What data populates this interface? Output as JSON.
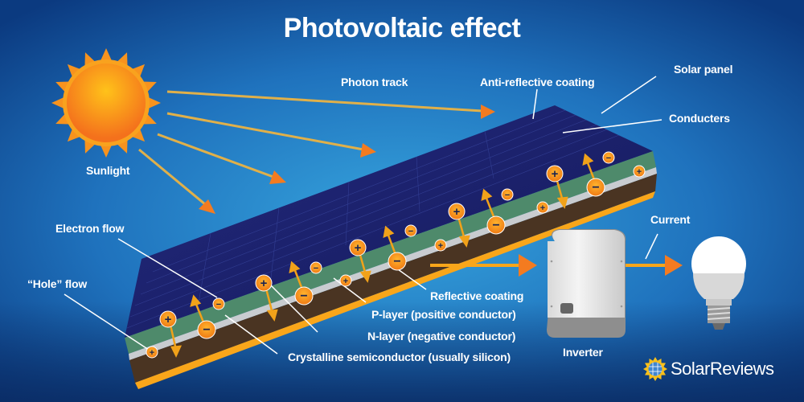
{
  "title": "Photovoltaic effect",
  "labels": {
    "sunlight": "Sunlight",
    "photon_track": "Photon track",
    "anti_reflective_coating": "Anti-reflective coating",
    "solar_panel": "Solar panel",
    "conducters": "Conducters",
    "electron_flow": "Electron flow",
    "hole_flow": "“Hole” flow",
    "reflective_coating": "Reflective coating",
    "p_layer": "P-layer (positive conductor)",
    "n_layer": "N-layer (negative conductor)",
    "crystalline": "Crystalline semiconductor (usually silicon)",
    "inverter": "Inverter",
    "current": "Current"
  },
  "brand": {
    "name": "SolarReviews"
  },
  "charges": {
    "plus": "+",
    "minus": "−"
  },
  "colors": {
    "bg_top": "#0d4a93",
    "bg_mid": "#2a8fd0",
    "bg_bottom": "#0a2f6b",
    "sun": "#f7931e",
    "arrow": "#f47b20",
    "panel": "#1a1f6e",
    "green_layer": "#4f8a6a",
    "brown_layer": "#4a3421",
    "edge": "#f9a61a"
  }
}
